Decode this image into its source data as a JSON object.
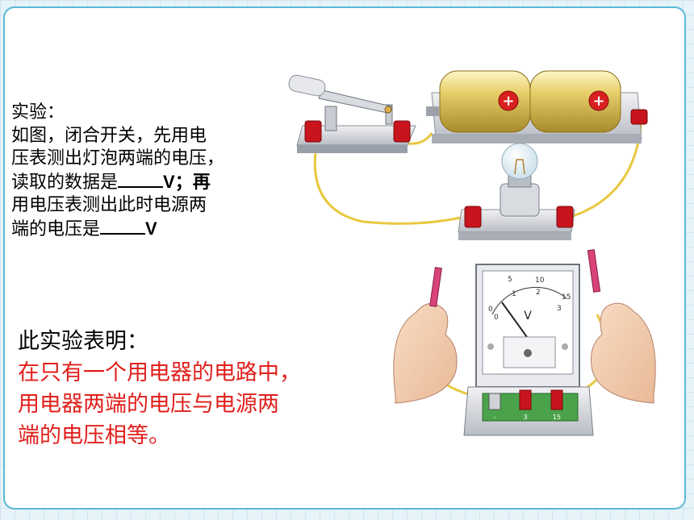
{
  "experiment": {
    "label": "实验：",
    "line1": "如图，闭合开关，先用电",
    "line2": "压表测出灯泡两端的电压，",
    "line3a": "读取的数据是",
    "line3b": "V；再",
    "line4": "用电压表测出此时电源两",
    "line5a": "端的电压是",
    "line5b": "V"
  },
  "conclusion": {
    "heading": "此实验表明：",
    "line1": "在只有一个用电器的电路中，",
    "line2": "用电器两端的电压与电源两",
    "line3": "端的电压相等。"
  },
  "voltmeter": {
    "unit": "V",
    "outer_scale": [
      "0",
      "5",
      "10",
      "15"
    ],
    "inner_scale": [
      "0",
      "1",
      "2",
      "3"
    ],
    "terminals": [
      "-",
      "3",
      "15"
    ]
  },
  "battery": {
    "terminal_symbol": "+"
  },
  "colors": {
    "conclusion_text": "#e0201c",
    "border": "#5bb8d6",
    "wire": "#e8c840"
  }
}
